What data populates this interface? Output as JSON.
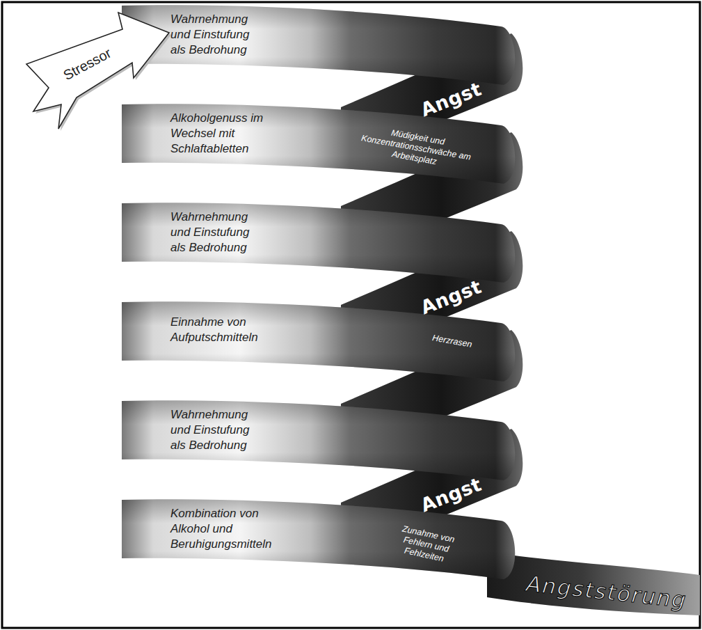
{
  "diagram": {
    "nodes": [
      {
        "text": [
          "Stressor"
        ]
      },
      {
        "text": [
          "Wahrnehmung und Einstufung als Bedrohung"
        ]
      },
      {
        "text": [
          "Angst"
        ]
      },
      {
        "text": [
          "Alkoholgenuss im Wechsel mit Schlaftabletten"
        ]
      },
      {
        "text": [
          "Müdigkeit und Konzentrationsschwäche am Arbeitsplatz"
        ]
      },
      {
        "text": [
          "Wahrnehmung und Einstufung als Bedrohung"
        ]
      },
      {
        "text": [
          "Angst"
        ]
      },
      {
        "text": [
          "Einnahme von Aufputschmitteln"
        ]
      },
      {
        "text": [
          "Herzrasen"
        ]
      },
      {
        "text": [
          "Wahrnehmung und Einstufung als Bedrohung"
        ]
      },
      {
        "text": [
          "Angst"
        ]
      },
      {
        "text": [
          "Kombination von Alkohol und Beruhigungsmitteln"
        ]
      },
      {
        "text": [
          "Zunahme von Fehlern und Fehlzeiten"
        ]
      },
      {
        "text": [
          "Angststörung"
        ]
      }
    ]
  }
}
